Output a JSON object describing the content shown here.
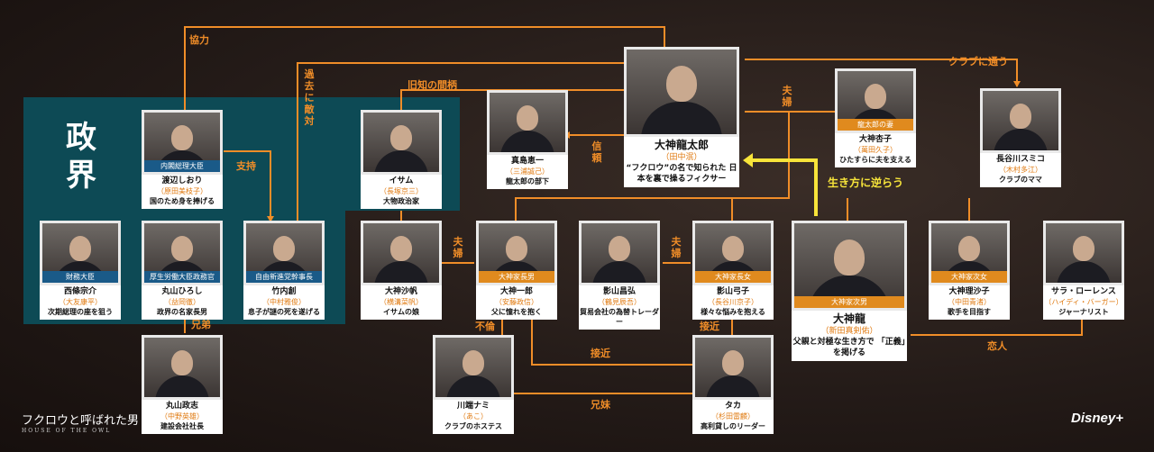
{
  "colors": {
    "panel": "#0d4a55",
    "line": "#f08d28",
    "highlight": "#f7e43a",
    "role": "#1a5a88",
    "role_family": "#e08a1e"
  },
  "section": {
    "title": "政界"
  },
  "relations": {
    "kyoryoku": "協力",
    "kako": "過去に敵対",
    "kyuchi": "旧知の間柄",
    "shiji": "支持",
    "kyodai": "兄弟",
    "shinrai": "信頼",
    "fufu_top": "夫婦",
    "club": "クラブに通う",
    "ikikata": "生き方に逆らう",
    "fufu_left": "夫婦",
    "fufu_right": "夫婦",
    "furin": "不倫",
    "sekkin1": "接近",
    "sekkin2": "接近",
    "kyodai2": "兄妹",
    "koibito": "恋人"
  },
  "people": {
    "ryutaro": {
      "name": "大神龍太郎",
      "actor": "（田中泯）",
      "desc": "“フクロウ”の名で知られた 日本を裏で操るフィクサー"
    },
    "watanabe": {
      "role": "内閣総理大臣",
      "name": "渡辺しおり",
      "actor": "（原田美枝子）",
      "desc": "国のため身を捧げる"
    },
    "isamu": {
      "name": "イサム",
      "actor": "（長塚京三）",
      "desc": "大物政治家"
    },
    "majima": {
      "name": "真島恵一",
      "actor": "（三浦誠己）",
      "desc": "龍太郎の部下"
    },
    "kyoko": {
      "role": "龍太郎の妻",
      "name": "大神杏子",
      "actor": "（萬田久子）",
      "desc": "ひたすらに夫を支える"
    },
    "hasegawa": {
      "name": "長谷川スミコ",
      "actor": "（木村多江）",
      "desc": "クラブのママ"
    },
    "saijo": {
      "role": "財務大臣",
      "name": "西條宗介",
      "actor": "（大友康平）",
      "desc": "次期総理の座を狙う"
    },
    "maruyama_h": {
      "role": "厚生労働大臣政務官",
      "name": "丸山ひろし",
      "actor": "（益岡徹）",
      "desc": "政界の名家長男"
    },
    "takeuchi": {
      "role": "自由新進党幹事長",
      "name": "竹内創",
      "actor": "（中村雅俊）",
      "desc": "息子が謎の死を遂げる"
    },
    "saho": {
      "name": "大神沙帆",
      "actor": "（横溝菜帆）",
      "desc": "イサムの娘"
    },
    "ichiro": {
      "role": "大神家長男",
      "name": "大神一郎",
      "actor": "（安藤政信）",
      "desc": "父に憧れを抱く"
    },
    "kageyama_m": {
      "name": "影山昌弘",
      "actor": "（鶴見辰吾）",
      "desc": "貿易会社の為替トレーダー"
    },
    "yumiko": {
      "role": "大神家長女",
      "name": "影山弓子",
      "actor": "（長谷川京子）",
      "desc": "様々な悩みを抱える"
    },
    "ryu": {
      "role": "大神家次男",
      "name": "大神龍",
      "actor": "（新田真剣佑）",
      "desc": "父親と対極な生き方で 「正義」を掲げる"
    },
    "risako": {
      "role": "大神家次女",
      "name": "大神理沙子",
      "actor": "（中田青渚）",
      "desc": "歌手を目指す"
    },
    "sara": {
      "name": "サラ・ローレンス",
      "actor": "（ハイディ・バーガー）",
      "desc": "ジャーナリスト"
    },
    "maruyama_m": {
      "name": "丸山政志",
      "actor": "（中野英雄）",
      "desc": "建設会社社長"
    },
    "nami": {
      "name": "川端ナミ",
      "actor": "（あこ）",
      "desc": "クラブのホステス"
    },
    "taka": {
      "name": "タカ",
      "actor": "（杉田雷麟）",
      "desc": "高利貸しのリーダー"
    }
  },
  "logos": {
    "title": "フクロウと呼ばれた男",
    "title_sub": "HOUSE OF THE OWL",
    "brand": "Disney+"
  }
}
